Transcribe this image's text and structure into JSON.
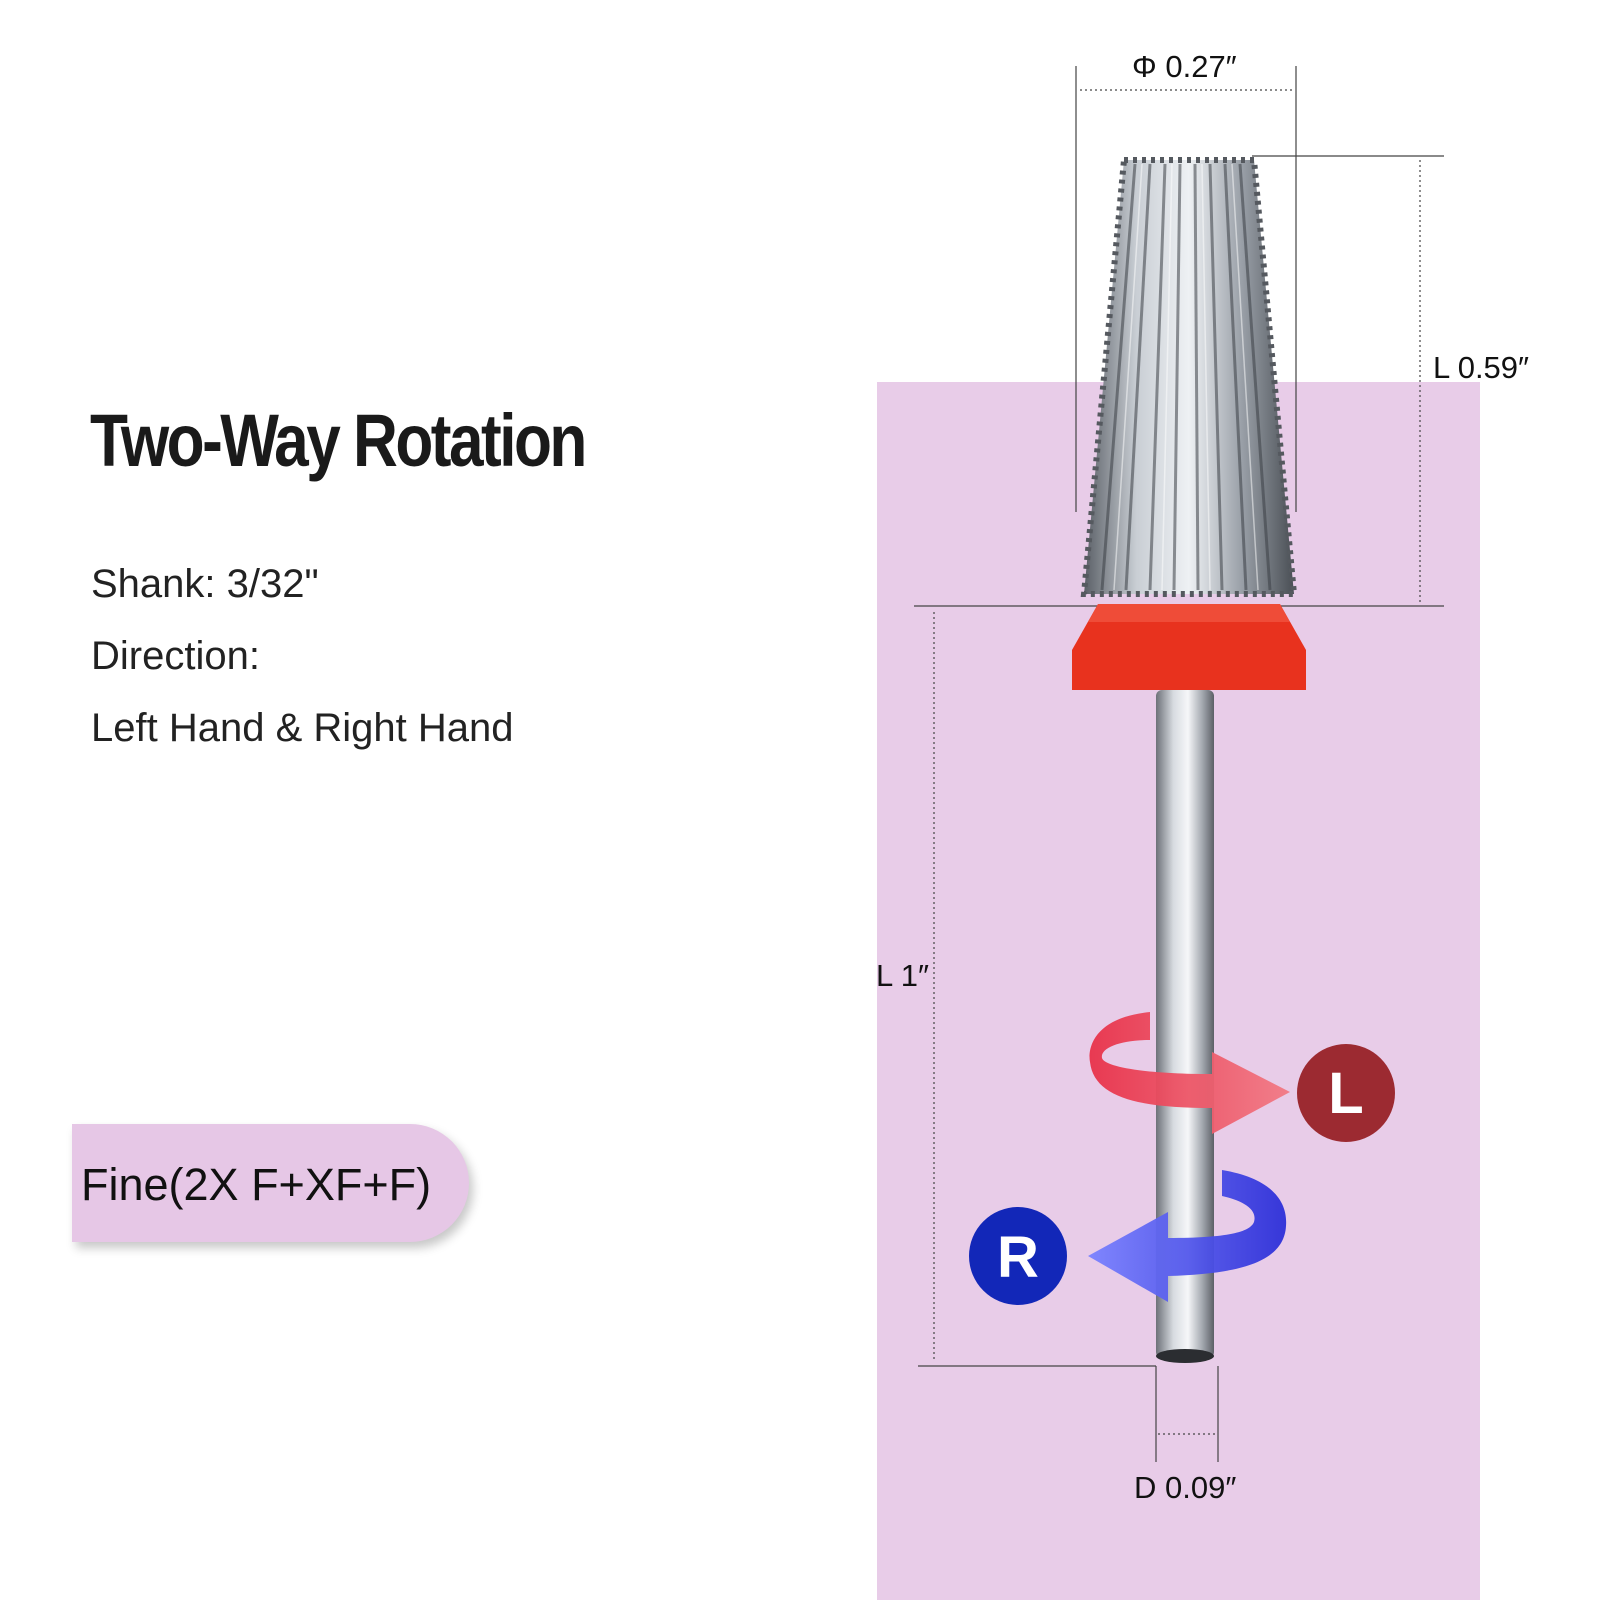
{
  "title": "Two-Way Rotation",
  "specs": {
    "shank": "Shank: 3/32\"",
    "direction_label": "Direction:",
    "direction_value": "Left Hand & Right Hand"
  },
  "grit_badge": "Fine(2X F+XF+F)",
  "dimensions": {
    "head_diameter": "Φ 0.27″",
    "head_length": "L 0.59″",
    "shank_length": "L 1″",
    "shank_diameter": "D 0.09″"
  },
  "rotation": {
    "left_marker": "L",
    "right_marker": "R"
  },
  "colors": {
    "panel": "#e8cce8",
    "collar": "#e8321e",
    "left_arrow": "#e9404a",
    "left_circle": "#9c2a31",
    "right_arrow": "#3b3be0",
    "right_circle": "#1227b8"
  }
}
